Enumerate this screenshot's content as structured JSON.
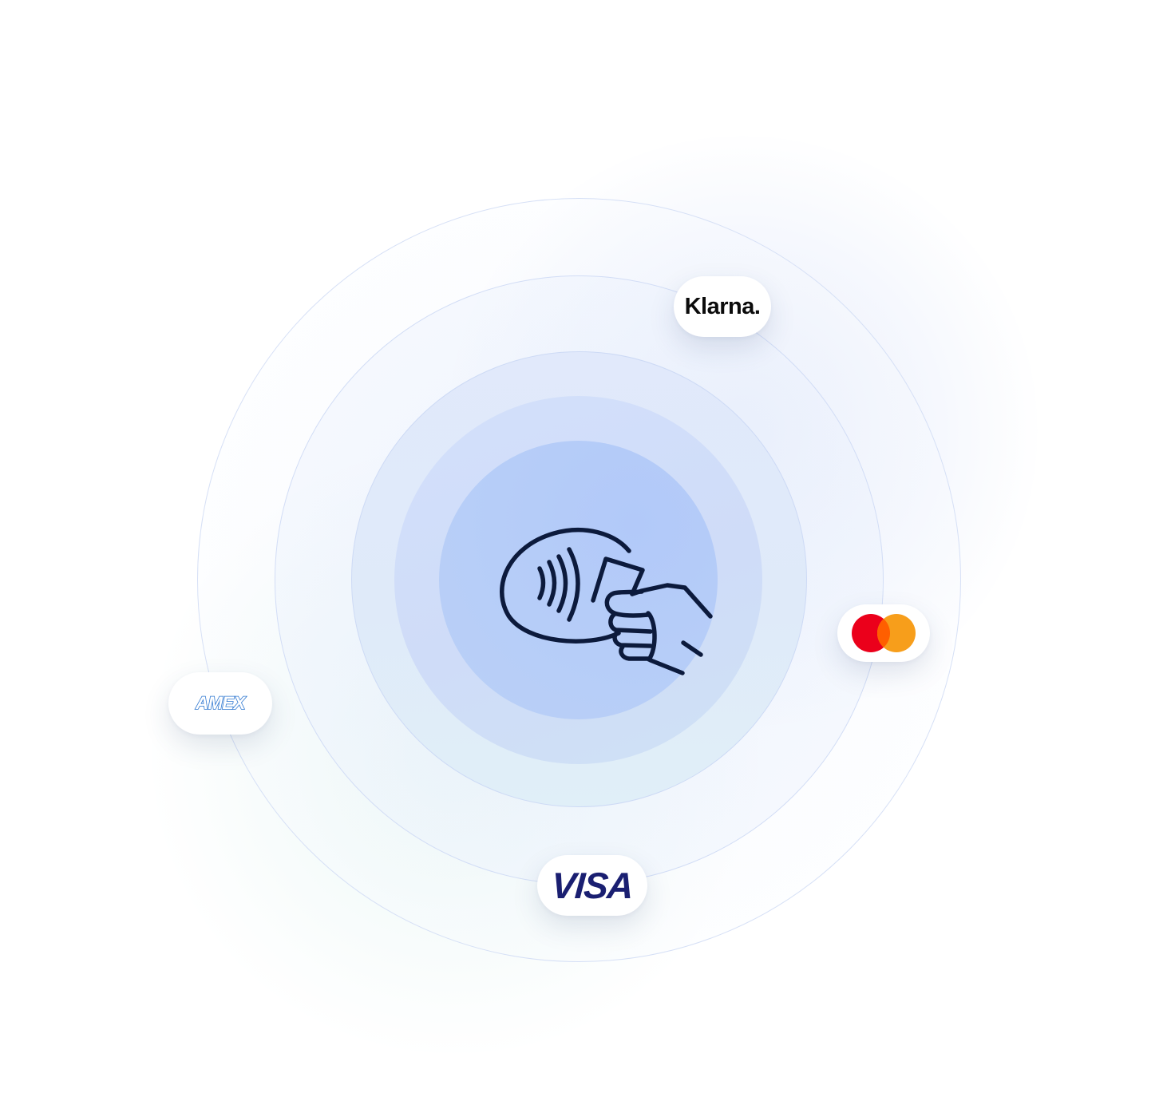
{
  "brands": {
    "klarna": "Klarna.",
    "visa": "VISA",
    "amex": "AMEX"
  },
  "icons": {
    "center": "contactless-payment-hand-icon",
    "mastercard": "mastercard-logo"
  },
  "colors": {
    "ink": "#0c1a3c",
    "ring_line": "#cdd9f5",
    "core": "#b6cdf8",
    "mastercard_red": "#eb001b",
    "mastercard_yellow": "#f79e1b",
    "mastercard_overlap": "#ff5f00",
    "visa_blue": "#1a1f71",
    "amex_blue": "#2e77d0"
  }
}
